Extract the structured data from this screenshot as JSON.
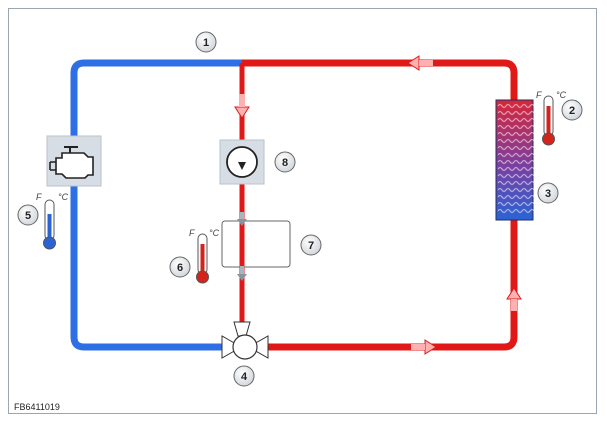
{
  "figure_code": "FB6411019",
  "callouts": [
    "1",
    "2",
    "3",
    "4",
    "5",
    "6",
    "7",
    "8"
  ],
  "thermometer_units": {
    "fahrenheit": "F",
    "celsius": "°C"
  },
  "colors": {
    "hot_circuit": "#e01818",
    "cold_circuit": "#2f6fe6",
    "radiator_top": "#d8263a",
    "radiator_bottom": "#2a63d6",
    "component_fill": "#d6dde4",
    "thermometer_hot": "#d4231c",
    "thermometer_cold": "#2a63d6"
  }
}
